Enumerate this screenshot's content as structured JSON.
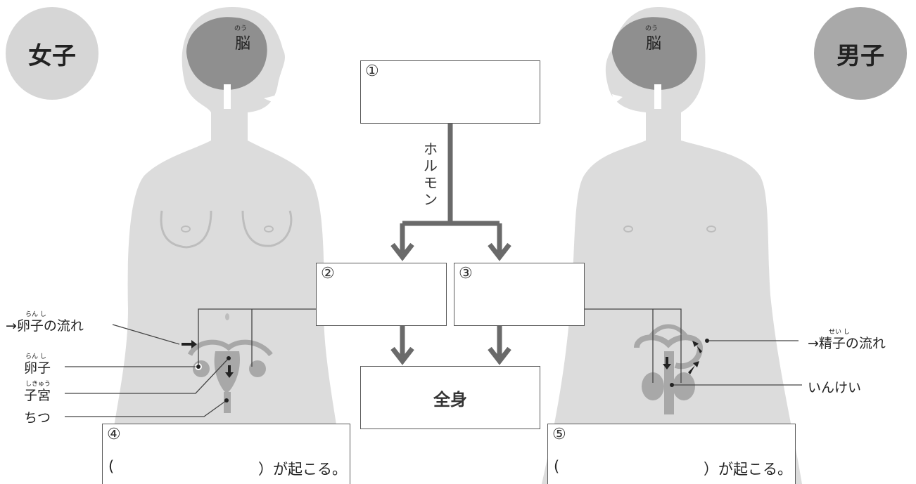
{
  "female": {
    "label": "女子",
    "brain_label": "脳",
    "brain_ruby": "のう"
  },
  "male": {
    "label": "男子",
    "brain_label": "脳",
    "brain_ruby": "のう"
  },
  "boxes": {
    "b1": {
      "num": "①"
    },
    "b2": {
      "num": "②"
    },
    "b3": {
      "num": "③"
    },
    "body": {
      "text": "全身"
    },
    "b4": {
      "num": "④",
      "open": "(",
      "close": "）が起こる。"
    },
    "b5": {
      "num": "⑤",
      "open": "(",
      "close": "）が起こる。"
    }
  },
  "hormone_label": [
    "ホ",
    "ル",
    "モ",
    "ン"
  ],
  "female_labels": {
    "egg_flow": "→卵子の流れ",
    "egg_flow_ruby": "らん し",
    "egg": "卵子",
    "egg_ruby": "らん し",
    "uterus": "子宮",
    "uterus_ruby": "しきゅう",
    "vagina": "ちつ"
  },
  "male_labels": {
    "sperm_flow": "→精子の流れ",
    "sperm_flow_ruby": "せい し",
    "penis": "いんけい"
  },
  "colors": {
    "silhouette": "#dcdcdc",
    "brain": "#8f8f8f",
    "female_circle": "#d6d6d6",
    "male_circle": "#a9a9a9",
    "arrow": "#6a6a6a",
    "box_border": "#5a5a5a"
  }
}
